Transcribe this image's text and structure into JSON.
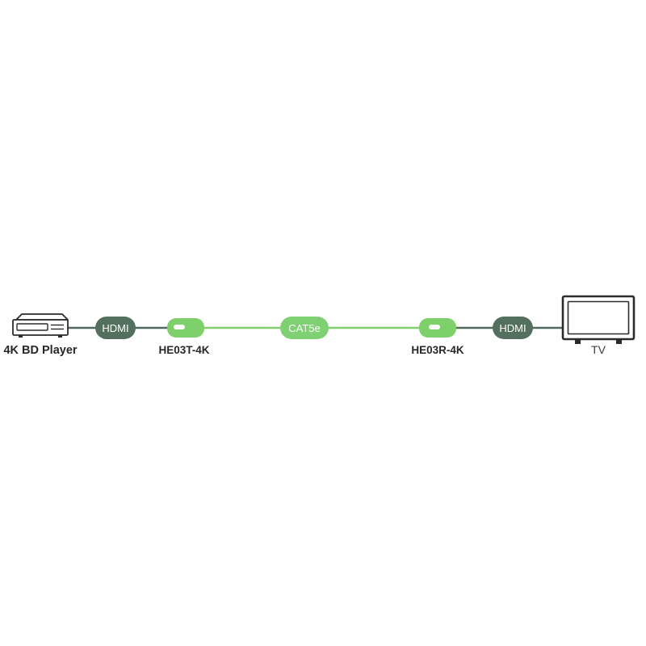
{
  "diagram": {
    "title": "HDMI over CAT5e extender connection diagram",
    "background_color": "#ffffff",
    "colors": {
      "dark_cable": "#4d6a5d",
      "green_cable": "#7fd06a",
      "hdmi_badge": "#53705f",
      "cat5e_badge": "#7ed073",
      "device_green": "#7ed06a",
      "device_outline": "#2b2b2f",
      "label_text": "#26272b"
    },
    "nodes": [
      {
        "id": "source",
        "icon": "bd-player-icon",
        "label": "4K BD Player",
        "label_weight": "bold"
      },
      {
        "id": "hdmi-left",
        "icon": "hdmi-badge",
        "label": "HDMI",
        "label_weight": "normal"
      },
      {
        "id": "transmitter",
        "icon": "extender-transmitter-icon",
        "label": "HE03T-4K",
        "label_weight": "bold"
      },
      {
        "id": "cat5e",
        "icon": "cat5e-badge",
        "label": "CAT5e",
        "label_weight": "normal"
      },
      {
        "id": "receiver",
        "icon": "extender-receiver-icon",
        "label": "HE03R-4K",
        "label_weight": "bold"
      },
      {
        "id": "hdmi-right",
        "icon": "hdmi-badge",
        "label": "HDMI",
        "label_weight": "normal"
      },
      {
        "id": "display",
        "icon": "tv-icon",
        "label": "TV",
        "label_weight": "normal"
      }
    ],
    "links": [
      {
        "from": "source",
        "to": "hdmi-left",
        "color": "dark_cable"
      },
      {
        "from": "hdmi-left",
        "to": "transmitter",
        "color": "dark_cable"
      },
      {
        "from": "transmitter",
        "to": "cat5e",
        "color": "green_cable"
      },
      {
        "from": "cat5e",
        "to": "receiver",
        "color": "green_cable"
      },
      {
        "from": "receiver",
        "to": "hdmi-right",
        "color": "dark_cable"
      },
      {
        "from": "hdmi-right",
        "to": "display",
        "color": "dark_cable"
      }
    ]
  }
}
